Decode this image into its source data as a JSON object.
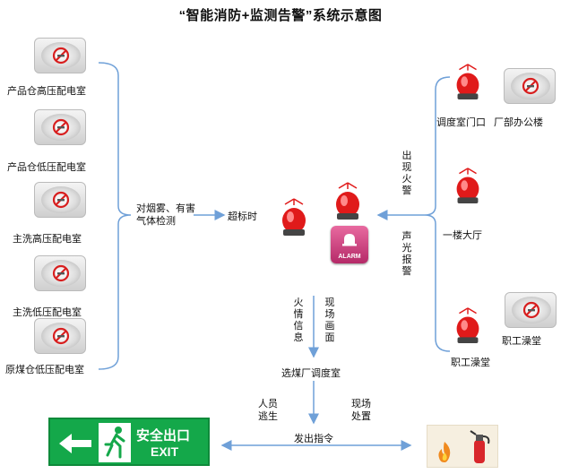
{
  "title": "“智能消防+监测告警”系统示意图",
  "left_rooms": [
    "产品仓高压配电室",
    "产品仓低压配电室",
    "主洗高压配电室",
    "主洗低压配电室",
    "原煤仓低压配电室"
  ],
  "detection_label": "对烟雾、有害气体检测",
  "exceed_label": "超标时",
  "alarm_panel_text": "ALARM",
  "right_locations": {
    "dispatch_gate": "调度室门口",
    "office_building": "厂部办公楼",
    "lobby": "一楼大厅",
    "canteen_lamp": "职工澡堂",
    "canteen_detector": "职工澡堂"
  },
  "fire_alarm_label": "出现火警",
  "sound_light_label": "声光报警",
  "fire_info_label": "火情信息",
  "scene_video_label": "现场画面",
  "dispatch_room": "选煤厂调度室",
  "evacuation_label": "人员逃生",
  "onsite_label": "现场处置",
  "command_label": "发出指令",
  "exit_sign": {
    "cn": "安全出口",
    "en": "EXIT"
  },
  "colors": {
    "line": "#6fa0d8",
    "exit_green": "#14a84a",
    "lamp_red": "#e01a1a",
    "alarm_pink": "#c8347a"
  },
  "icons": {
    "detector": "smoke-detector-icon",
    "lamp": "alarm-lamp-icon",
    "alarm": "alarm-panel-icon",
    "exit": "exit-sign-icon",
    "extinguisher": "fire-extinguisher-icon"
  }
}
